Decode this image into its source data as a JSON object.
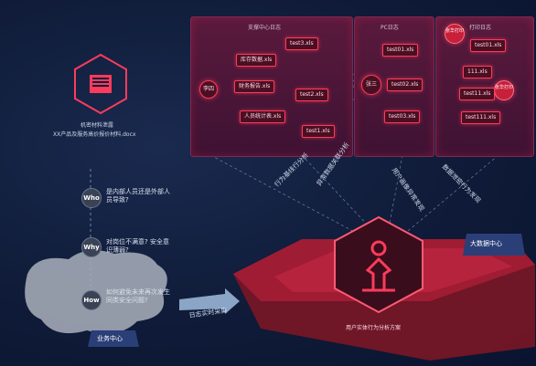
{
  "panels": {
    "left_title": "支撑中心日志",
    "mid_title": "PC日志",
    "right_title": "打印日志"
  },
  "left_panel": {
    "center_node": "李四",
    "files": [
      "test3.xls",
      "库存数据.xls",
      "财务报告.xls",
      "test2.xls",
      "人员统计表.xls",
      "test1.xls"
    ]
  },
  "mid_panel": {
    "center_node": "张三",
    "files": [
      "test01.xls",
      "test02.xls",
      "test03.xls"
    ]
  },
  "right_panel": {
    "red_nodes": [
      "张华打印",
      "张华打印"
    ],
    "files": [
      "test01.xls",
      "111.xls",
      "test11.xls",
      "test111.xls"
    ]
  },
  "left_section": {
    "doc_caption_1": "机密材料泄露",
    "doc_caption_2": "XX产品及服务高价报价材料.docx",
    "questions": [
      {
        "tag": "Who",
        "text": "是内部人员还是外部人员导致?"
      },
      {
        "tag": "Why",
        "text": "对岗位不满意? 安全意识薄弱?"
      },
      {
        "tag": "How",
        "text": "如何避免未来再次发生同类安全问题?"
      }
    ],
    "cloud_label": "业务中心",
    "arrow_label": "日志实时采集"
  },
  "right_section": {
    "platform_label": "大数据中心",
    "icon_caption": "用户实体行为分析方案",
    "diagonal_labels": [
      "行为基线行分析",
      "异常数据关联分析",
      "用户画像异常发现",
      "数据泄密行为发现"
    ]
  }
}
